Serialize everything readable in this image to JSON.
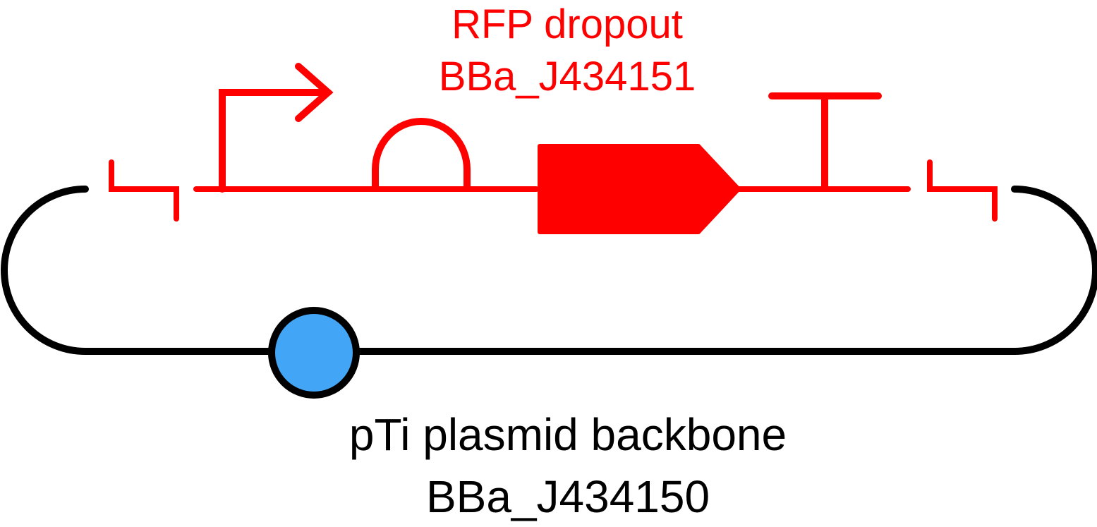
{
  "colors": {
    "insert": "#ff0000",
    "backbone": "#000000",
    "origin": "#42a5f5"
  },
  "insert": {
    "name": "RFP dropout",
    "part_id": "BBa_J434151"
  },
  "backbone": {
    "name": "pTi plasmid backbone",
    "part_id": "BBa_J434150"
  },
  "glyphs": [
    "left-overhang-icon",
    "promoter-icon",
    "rbs-icon",
    "cds-icon",
    "terminator-icon",
    "right-overhang-icon",
    "origin-of-replication-icon"
  ]
}
